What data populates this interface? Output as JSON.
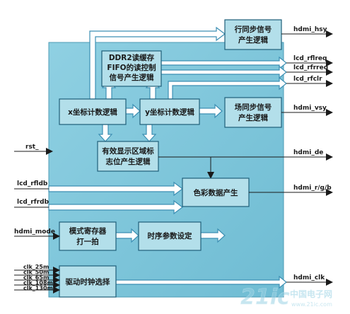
{
  "blocks": {
    "hsync": [
      "行同步信号",
      "产生逻辑"
    ],
    "ddr2": [
      "DDR2读缓存",
      "FIFO的读控制",
      "信号产生逻辑"
    ],
    "xcount": [
      "x坐标计数逻辑"
    ],
    "ycount": [
      "y坐标计数逻辑"
    ],
    "vsync": [
      "场同步信号",
      "产生逻辑"
    ],
    "valid": [
      "有效显示区域标",
      "志位产生逻辑"
    ],
    "color": [
      "色彩数据产生"
    ],
    "mode": [
      "模式寄存器",
      "打一拍"
    ],
    "timing": [
      "时序参数设定"
    ],
    "clksel": [
      "驱动时钟选择"
    ]
  },
  "signals": {
    "hdmi_hsy": "hdmi_hsy",
    "lcd_rflreq": "lcd_rflreq",
    "lcd_rfrreq": "lcd_rfrreq",
    "lcd_rfclr": "lcd_rfclr",
    "hdmi_vsy": "hdmi_vsy",
    "hdmi_de": "hdmi_de",
    "hdmi_rgb": "hdmi_r/g/b",
    "hdmi_clk": "hdmi_clk",
    "rst": "rst_",
    "lcd_rfldb": "lcd_rfldb",
    "lcd_rfrdb": "lcd_rfrdb",
    "hdmi_mode": "hdmi_mode",
    "clk_25m": "clk_25m",
    "clk_50m": "clk_50m",
    "clk_65m": "clk_65m",
    "clk_108m": "clk_108m",
    "clk_130m": "clk_130m"
  },
  "watermark": {
    "logo": "21ic",
    "cn": "中国电子网",
    "url": "www.21ic.com"
  },
  "colors": {
    "panel": "#7ec8dc",
    "block": "#b3dfea",
    "stroke": "#1f5f7a",
    "arrow": "#3c8fb3",
    "signal": "#1a1a1a"
  }
}
